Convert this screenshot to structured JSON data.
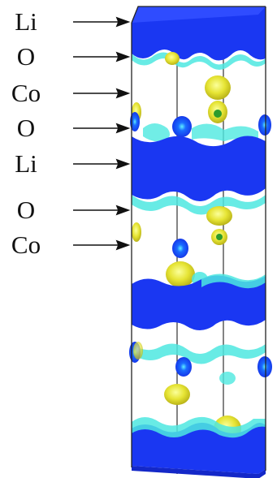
{
  "labels": [
    "Li",
    "O",
    "Co",
    "O",
    "Li",
    "O",
    "Co"
  ],
  "colors": {
    "li_layer": "#1a37f2",
    "isosurface_cyan": "#4ee8e0",
    "co_lobe_yellow": "#e6e434",
    "text": "#111111"
  },
  "icons": [
    "arrow-icon"
  ]
}
